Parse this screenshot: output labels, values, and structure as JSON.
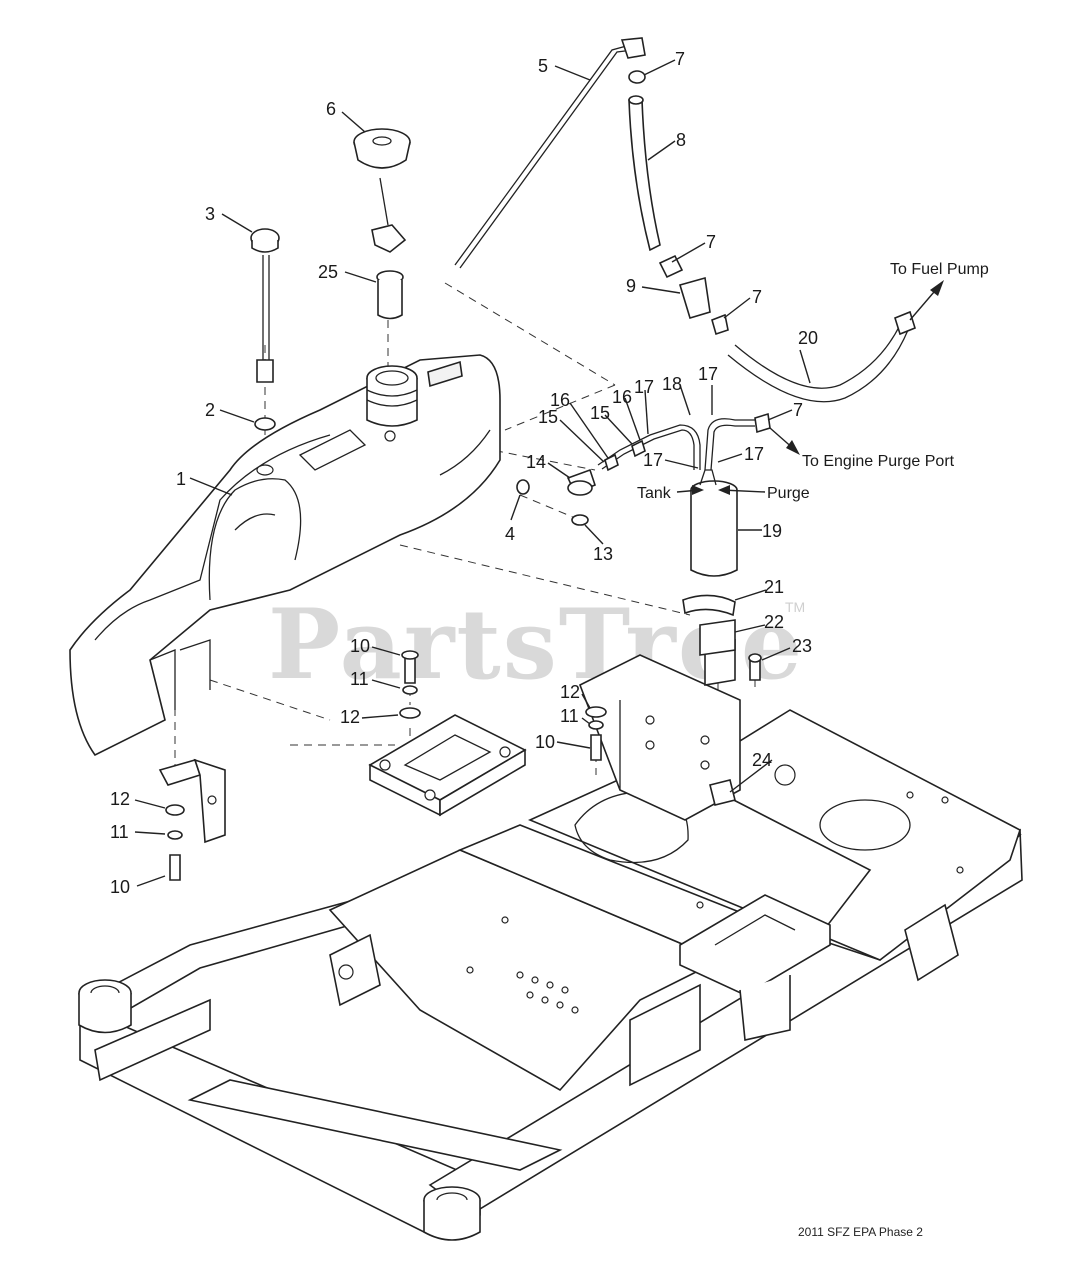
{
  "diagram": {
    "watermark": "PartsTree",
    "watermark_tm": "TM",
    "footer": "2011 SFZ EPA Phase 2",
    "annotations": {
      "fuel_pump": "To Fuel Pump",
      "engine_purge_port": "To Engine Purge Port",
      "tank": "Tank",
      "purge": "Purge"
    },
    "callouts": [
      "1",
      "2",
      "3",
      "4",
      "5",
      "6",
      "7",
      "7",
      "7",
      "7",
      "8",
      "9",
      "10",
      "10",
      "10",
      "11",
      "11",
      "11",
      "12",
      "12",
      "12",
      "13",
      "14",
      "15",
      "15",
      "16",
      "16",
      "17",
      "17",
      "17",
      "17",
      "18",
      "19",
      "20",
      "21",
      "22",
      "23",
      "24",
      "25"
    ]
  }
}
